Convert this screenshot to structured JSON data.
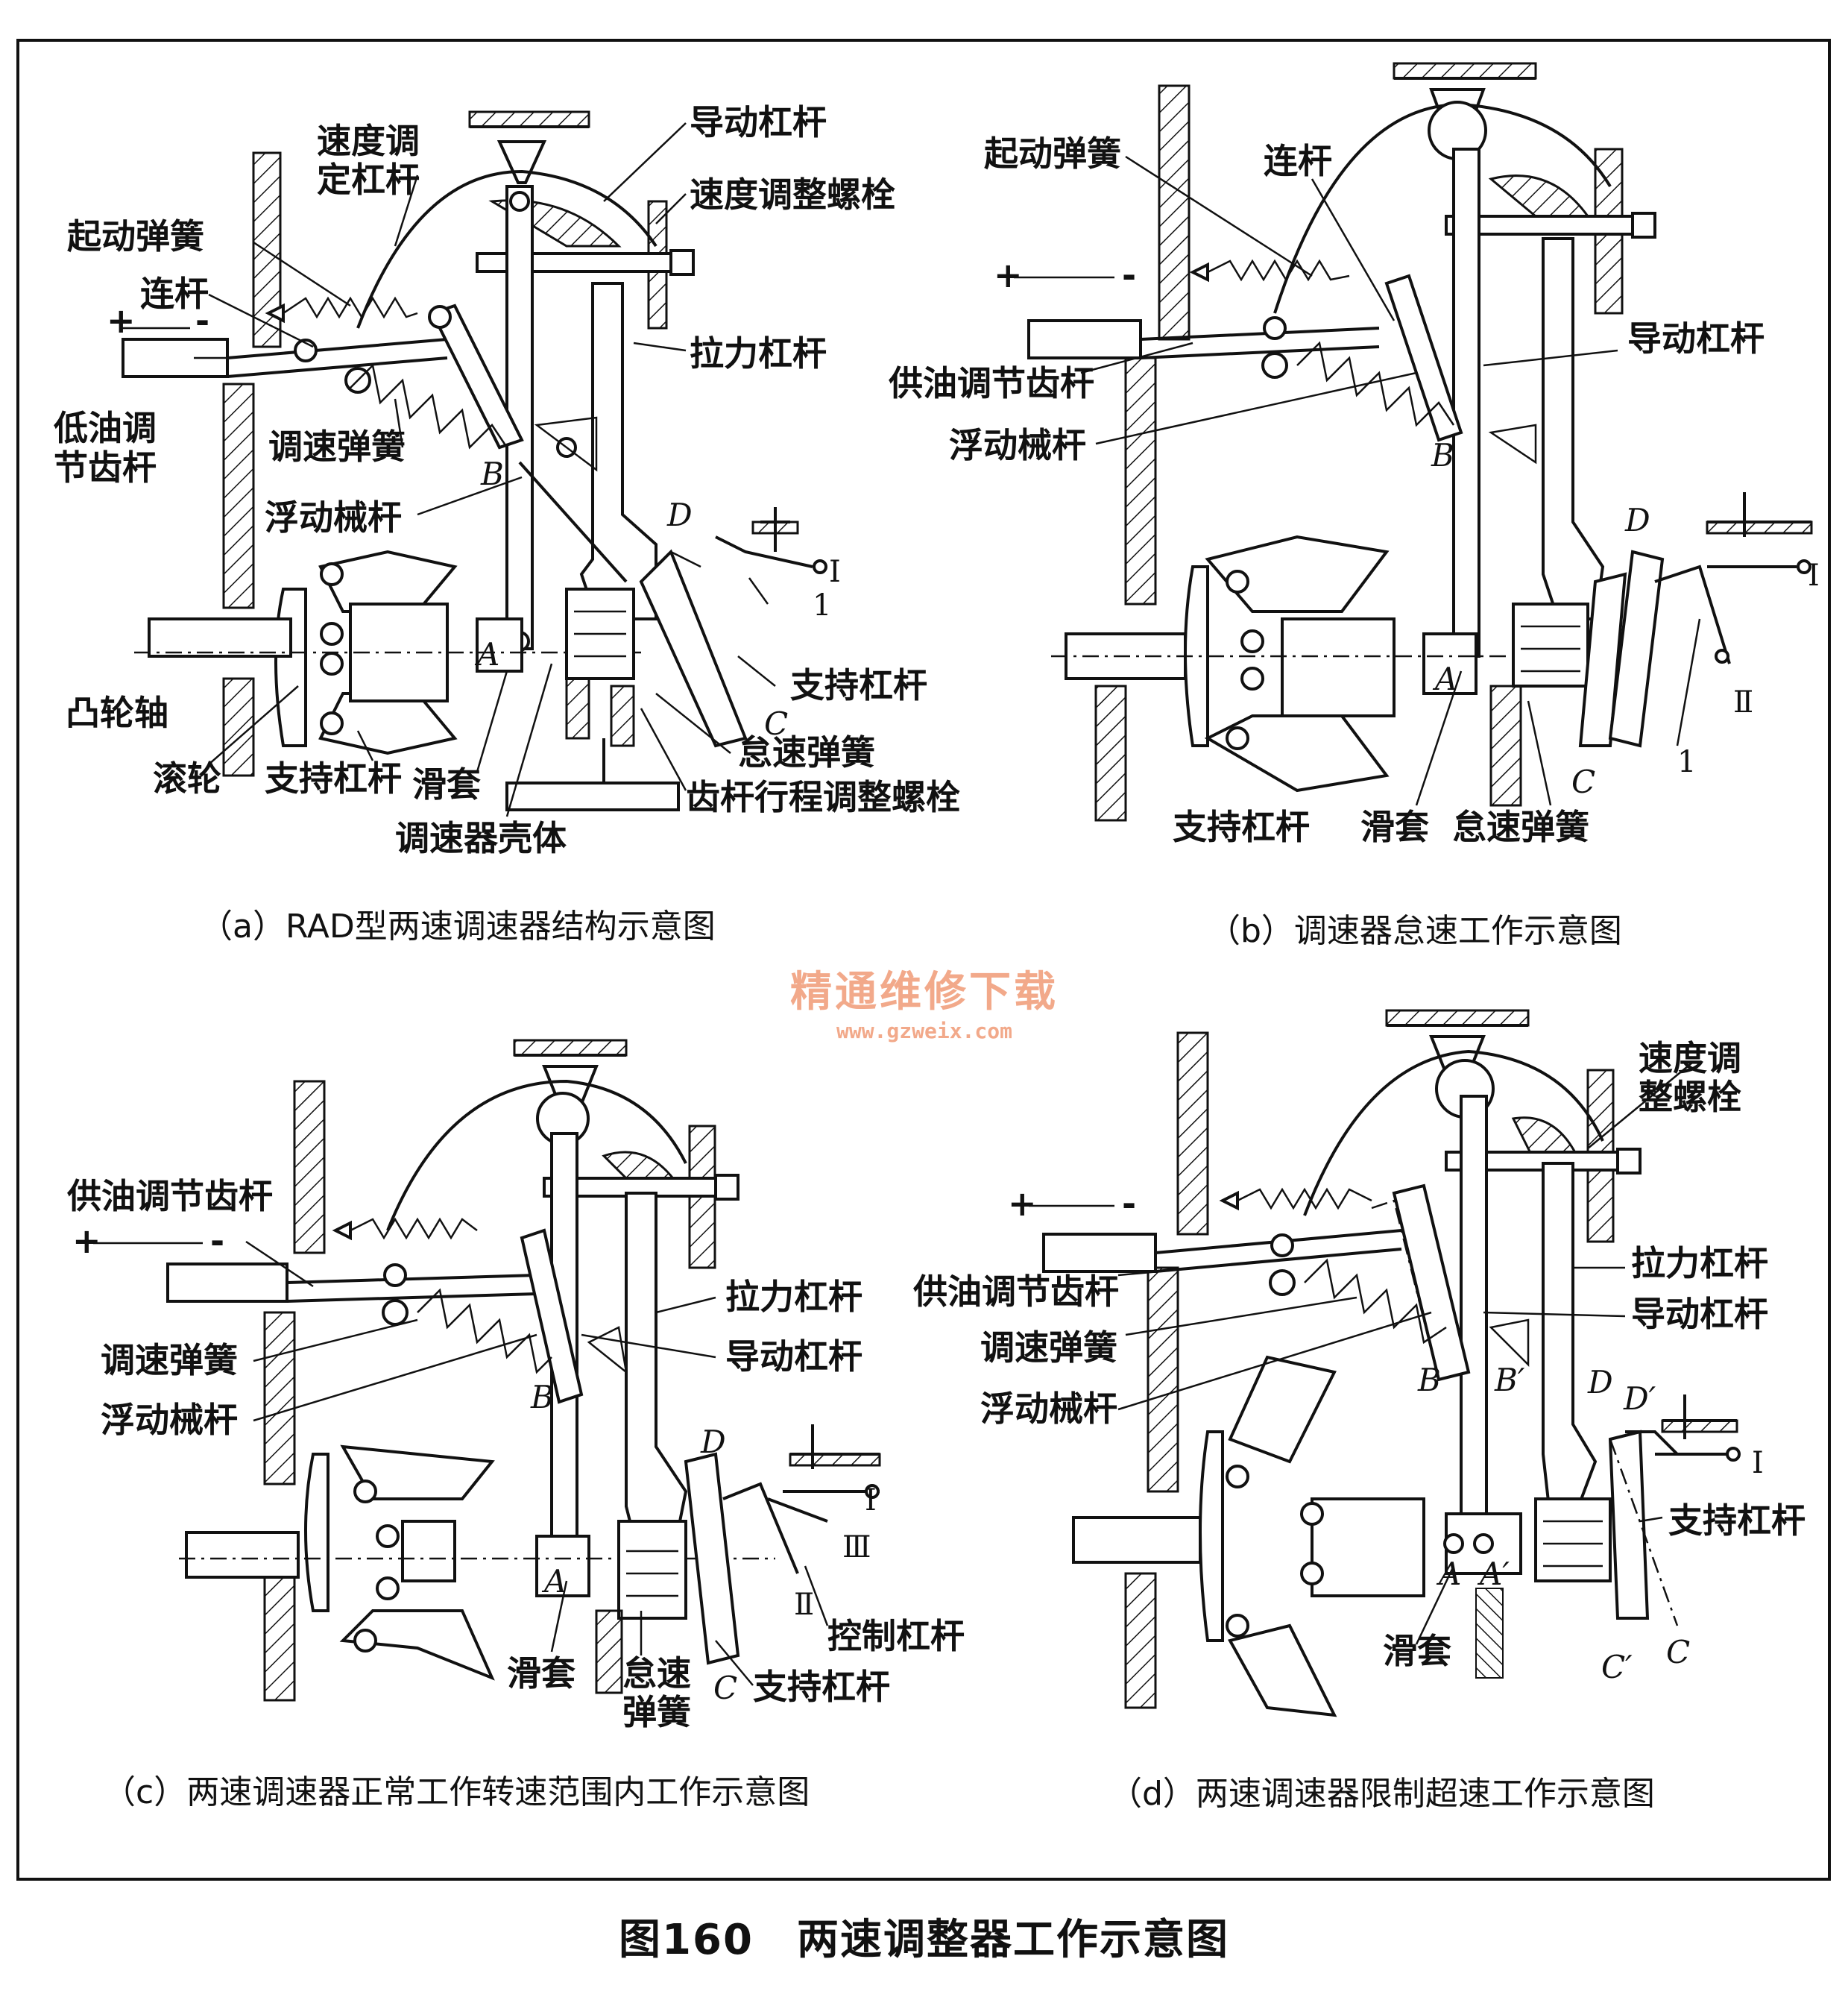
{
  "figure_title": "图160　两速调整器工作示意图",
  "watermark": {
    "text": "精通维修下载",
    "url": "www.gzweix.com"
  },
  "panels": {
    "a": {
      "caption": "（a）RAD型两速调速器结构示意图",
      "labels": {
        "speed_set_lever": [
          "速度调",
          "定杠杆"
        ],
        "start_spring": "起动弹簧",
        "link": "连杆",
        "plus": "+",
        "minus": "-",
        "rack": [
          "低油调",
          "节齿杆"
        ],
        "gov_spring": "调速弹簧",
        "float_lever": "浮动械杆",
        "camshaft": "凸轮轴",
        "roller": "滚轮",
        "support_lever_bottom": "支持杠杆",
        "sleeve": "滑套",
        "housing": "调速器壳体",
        "rack_stroke_bolt": "齿杆行程调整螺栓",
        "idle_spring": "怠速弹簧",
        "support_lever": "支持杠杆",
        "tension_lever": "拉力杠杆",
        "speed_bolt": "速度调整螺栓",
        "guide_lever": "导动杠杆",
        "B": "B",
        "A": "A",
        "C": "C",
        "D": "D",
        "I": "I",
        "one": "1"
      }
    },
    "b": {
      "caption": "（b）调速器怠速工作示意图",
      "labels": {
        "start_spring": "起动弹簧",
        "link": "连杆",
        "plus": "+",
        "minus": "-",
        "rack": "供油调节齿杆",
        "float_lever": "浮动械杆",
        "guide_lever": "导动杠杆",
        "support_lever": "支持杠杆",
        "sleeve": "滑套",
        "idle_spring": "怠速弹簧",
        "B": "B",
        "A": "A",
        "C": "C",
        "D": "D",
        "I": "I",
        "II": "Ⅱ",
        "one": "1"
      }
    },
    "c": {
      "caption": "（c）两速调速器正常工作转速范围内工作示意图",
      "labels": {
        "rack": "供油调节齿杆",
        "plus": "+",
        "minus": "-",
        "gov_spring": "调速弹簧",
        "float_lever": "浮动械杆",
        "tension_lever": "拉力杠杆",
        "guide_lever": "导动杠杆",
        "sleeve": "滑套",
        "idle_spring": [
          "怠速",
          "弹簧"
        ],
        "support_lever": "支持杠杆",
        "control_lever": "控制杠杆",
        "B": "B",
        "A": "A",
        "C": "C",
        "D": "D",
        "I": "I",
        "II": "Ⅱ",
        "III": "Ⅲ"
      }
    },
    "d": {
      "caption": "（d）两速调速器限制超速工作示意图",
      "labels": {
        "speed_bolt": [
          "速度调",
          "整螺栓"
        ],
        "plus": "+",
        "minus": "-",
        "rack": "供油调节齿杆",
        "gov_spring": "调速弹簧",
        "float_lever": "浮动械杆",
        "tension_lever": "拉力杠杆",
        "guide_lever": "导动杠杆",
        "support_lever": "支持杠杆",
        "sleeve": "滑套",
        "B": "B",
        "Bp": "B′",
        "A": "A",
        "Ap": "A′",
        "C": "C",
        "Cp": "C′",
        "D": "D",
        "Dp": "D′",
        "I": "I"
      }
    }
  }
}
